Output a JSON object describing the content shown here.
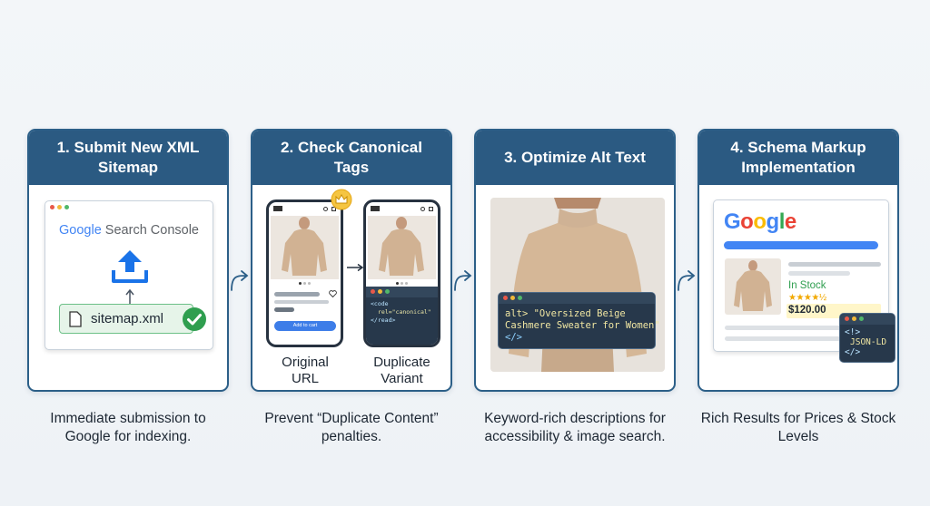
{
  "steps": [
    {
      "title": "1. Submit New XML Sitemap",
      "caption": "Immediate submission to Google for indexing."
    },
    {
      "title": "2. Check Canonical Tags",
      "caption": "Prevent “Duplicate Content” penalties."
    },
    {
      "title": "3. Optimize Alt Text",
      "caption": "Keyword-rich descriptions for accessibility & image search."
    },
    {
      "title": "4. Schema Markup Implementation",
      "caption": "Rich Results for Prices & Stock Levels"
    }
  ],
  "sitemap": {
    "console_word": "Google",
    "console_rest": " Search Console",
    "file_name": "sitemap.xml"
  },
  "canonical": {
    "add_to_cart": "Add to cart",
    "code_line1": "<code",
    "code_line2": "rel=\"canonical\"",
    "code_line3": "</read>",
    "original_label": "Original URL",
    "duplicate_label": "Duplicate Variant"
  },
  "alt_text": {
    "code_line1": "alt> \"Oversized Beige",
    "code_line2": "Cashmere Sweater for Women\"",
    "code_line3": "</>"
  },
  "schema": {
    "google_letters": [
      "G",
      "o",
      "o",
      "g",
      "l",
      "e"
    ],
    "stock": "In Stock",
    "stars": "★★★★½",
    "price": "$120.00",
    "code_line1": "<!>",
    "code_line2": "JSON-LD",
    "code_line3": "</>"
  },
  "colors": {
    "header": "#2b5a82",
    "border": "#2c5f88",
    "green": "#2f9e4f",
    "google_blue": "#4285F4",
    "google_red": "#EA4335",
    "google_yellow": "#FBBC05",
    "google_green": "#34A853"
  }
}
